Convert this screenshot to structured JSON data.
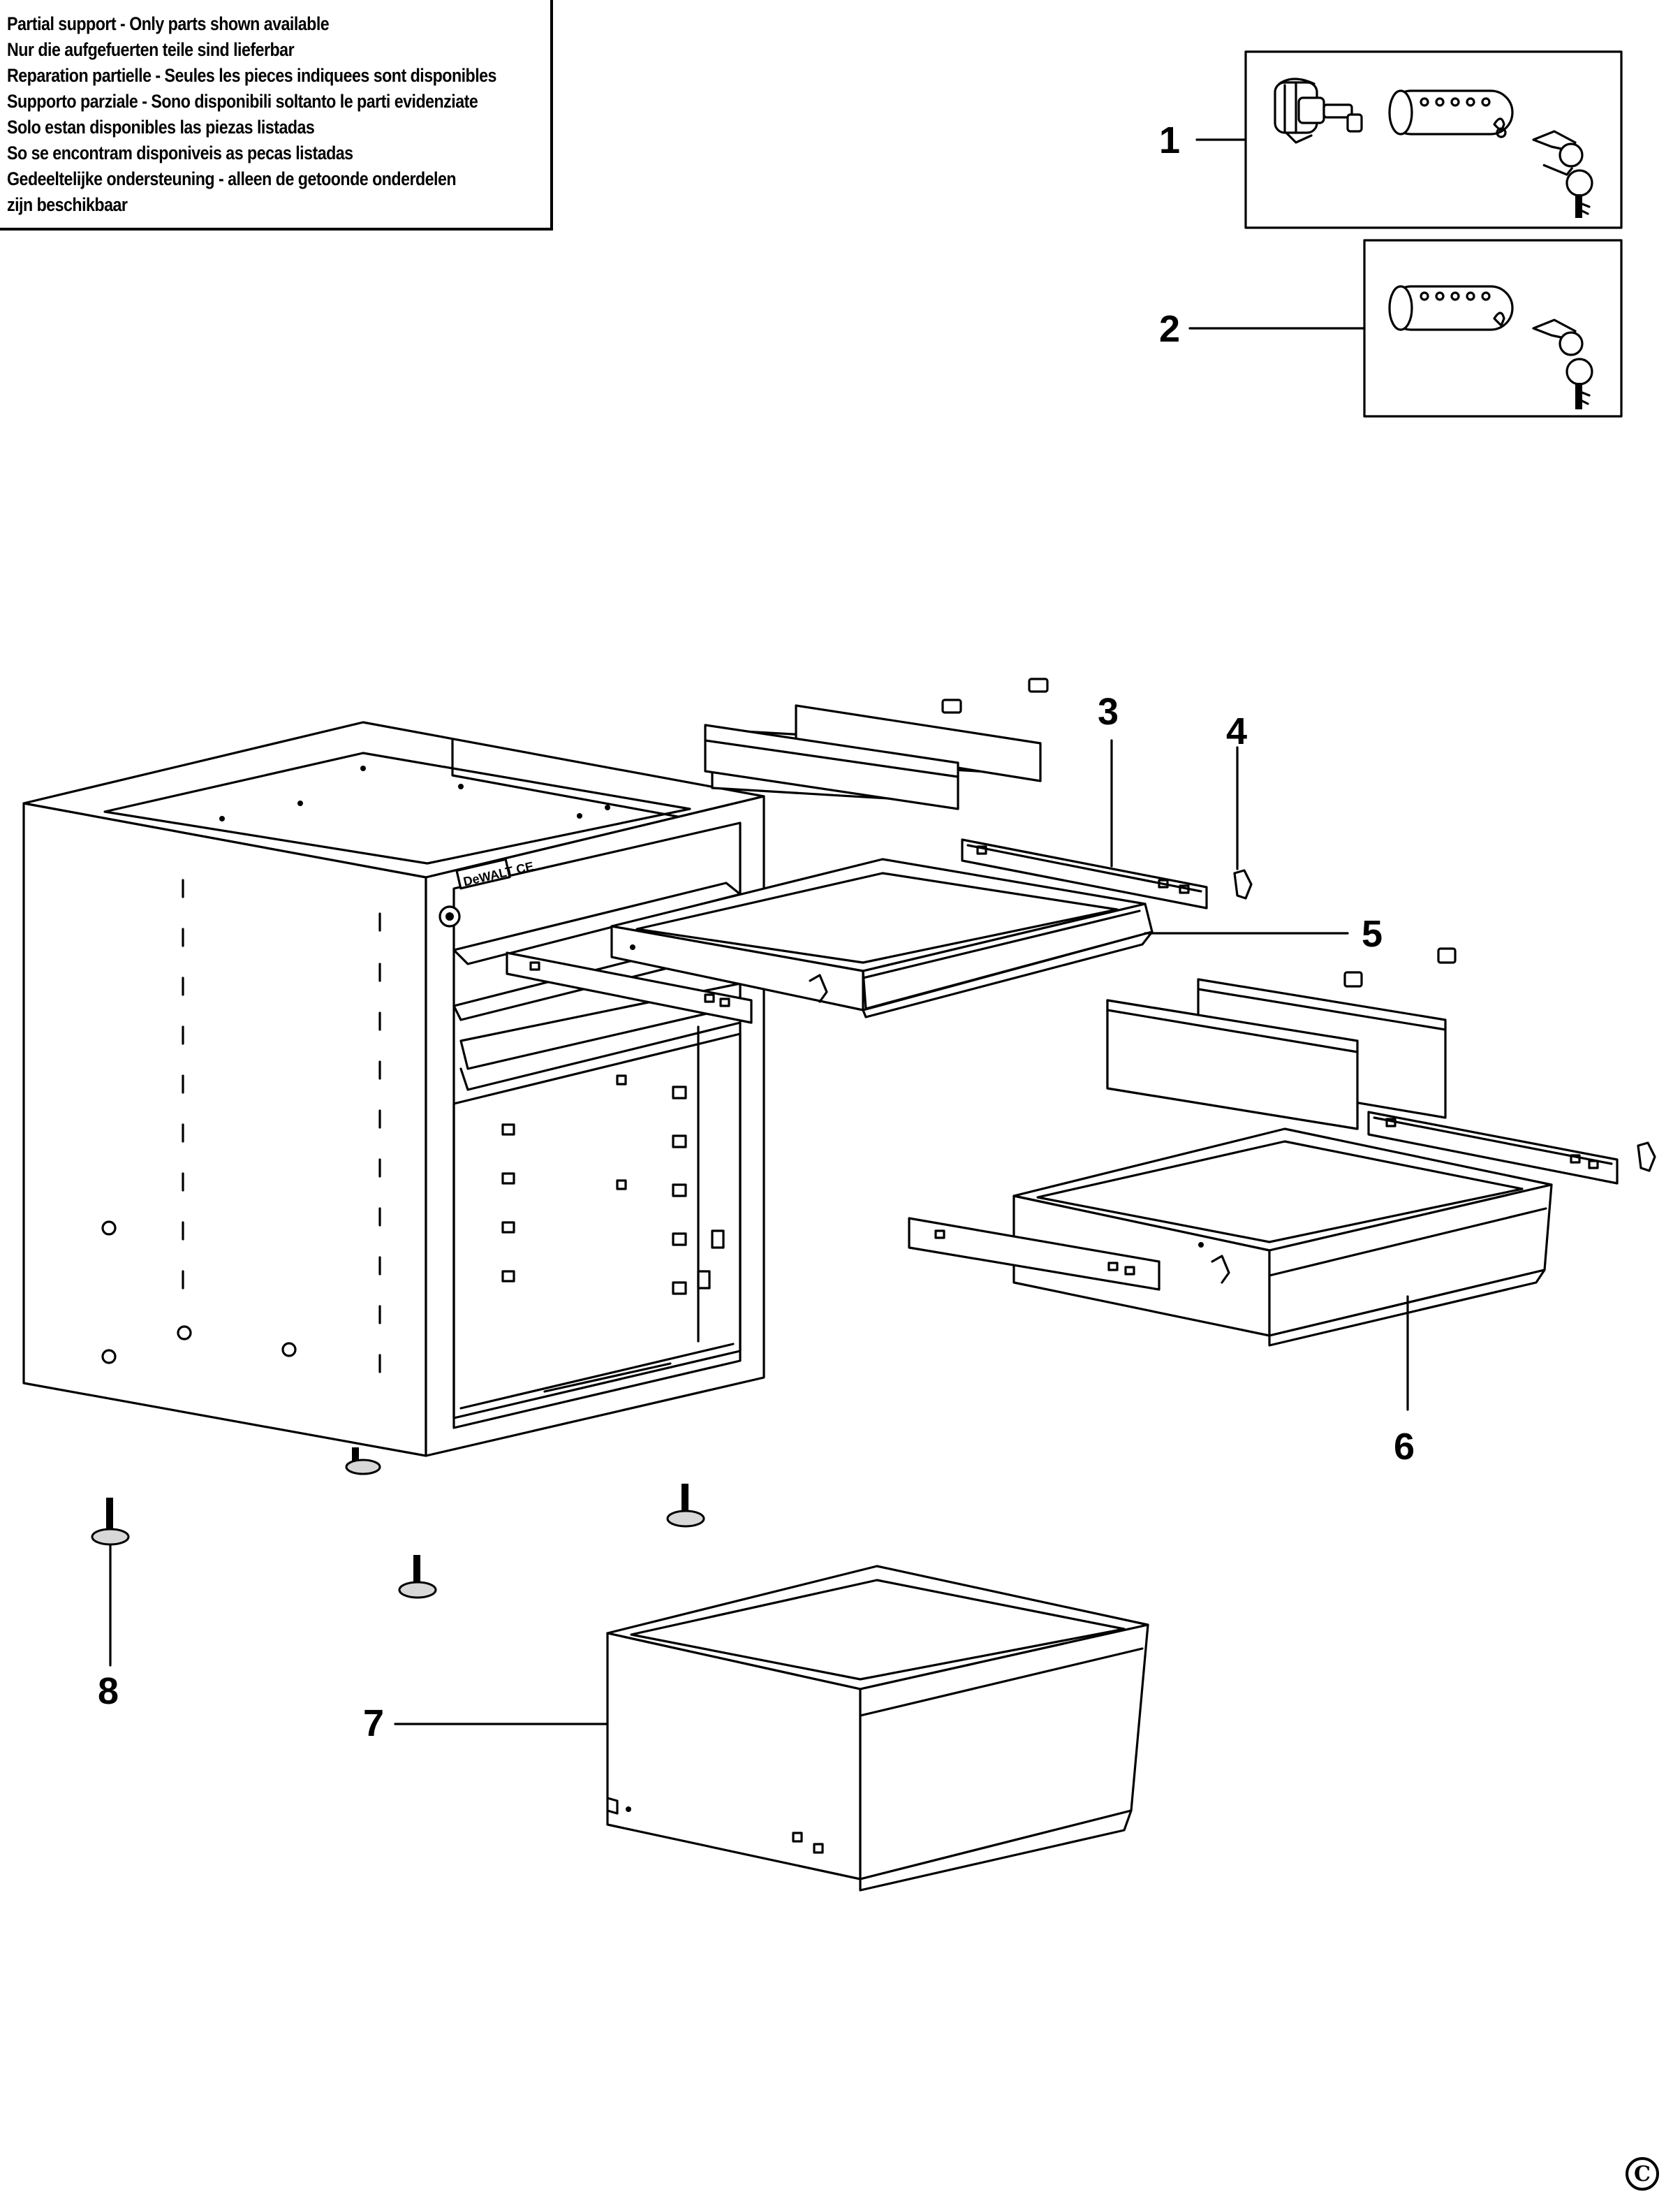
{
  "notice": {
    "lines": [
      "Partial support - Only parts shown available",
      "Nur die aufgefuerten teile sind lieferbar",
      "Reparation partielle - Seules les pieces indiquees sont disponibles",
      "Supporto parziale - Sono disponibili soltanto le parti evidenziate",
      "Solo estan disponibles las piezas listadas",
      "So se encontram disponiveis as pecas listadas",
      "Gedeeltelijke ondersteuning - alleen de getoonde onderdelen",
      "zijn beschikbaar"
    ]
  },
  "callouts": [
    "1",
    "2",
    "3",
    "4",
    "5",
    "6",
    "7",
    "8"
  ],
  "cabinet_badge": "DeWALT CE",
  "copyright": "C"
}
